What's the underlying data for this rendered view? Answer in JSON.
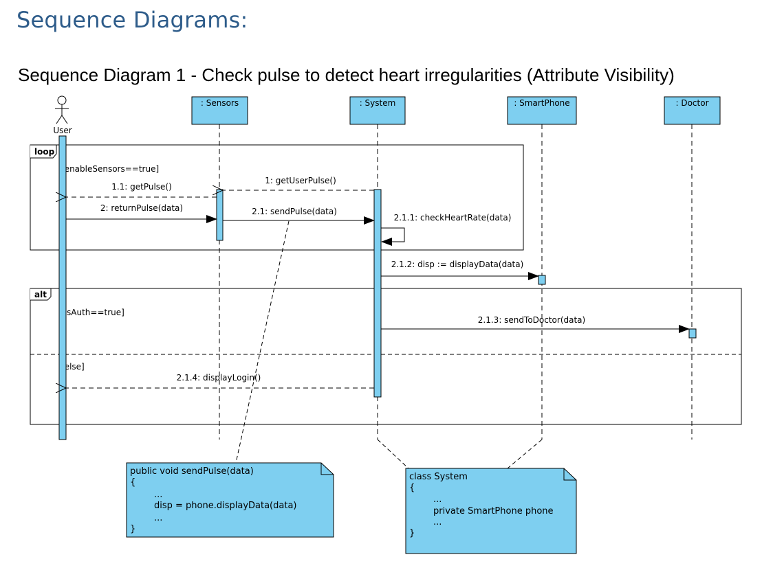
{
  "page": {
    "heading": "Sequence Diagrams:",
    "subheading": "Sequence Diagram 1 - Check pulse to detect heart irregularities (Attribute Visibility)"
  },
  "diagram": {
    "actor": {
      "label": "User"
    },
    "lifelines": [
      {
        "id": "sensors",
        "label": ": Sensors"
      },
      {
        "id": "system",
        "label": ": System"
      },
      {
        "id": "smartphone",
        "label": ": SmartPhone"
      },
      {
        "id": "doctor",
        "label": ": Doctor"
      }
    ],
    "fragments": {
      "loop": {
        "operator": "loop",
        "guard": "[enableSensors==true]"
      },
      "alt": {
        "operator": "alt",
        "guard1": "[isAuth==true]",
        "guard2": "[else]"
      }
    },
    "messages": {
      "m1": "1: getUserPulse()",
      "m11": "1.1: getPulse()",
      "m2": "2: returnPulse(data)",
      "m21": "2.1: sendPulse(data)",
      "m211": "2.1.1: checkHeartRate(data)",
      "m212": "2.1.2: disp := displayData(data)",
      "m213": "2.1.3: sendToDoctor(data)",
      "m214": "2.1.4: displayLogin()"
    },
    "notes": {
      "note1": [
        "public void sendPulse(data)",
        "{",
        "...",
        "disp = phone.displayData(data)",
        "...",
        "}"
      ],
      "note2": [
        "class System",
        "{",
        "...",
        "private SmartPhone phone",
        "...",
        "}"
      ]
    },
    "colors": {
      "fill": "#7ecff0",
      "stroke": "#000000",
      "heading": "#2e5c8a"
    }
  }
}
